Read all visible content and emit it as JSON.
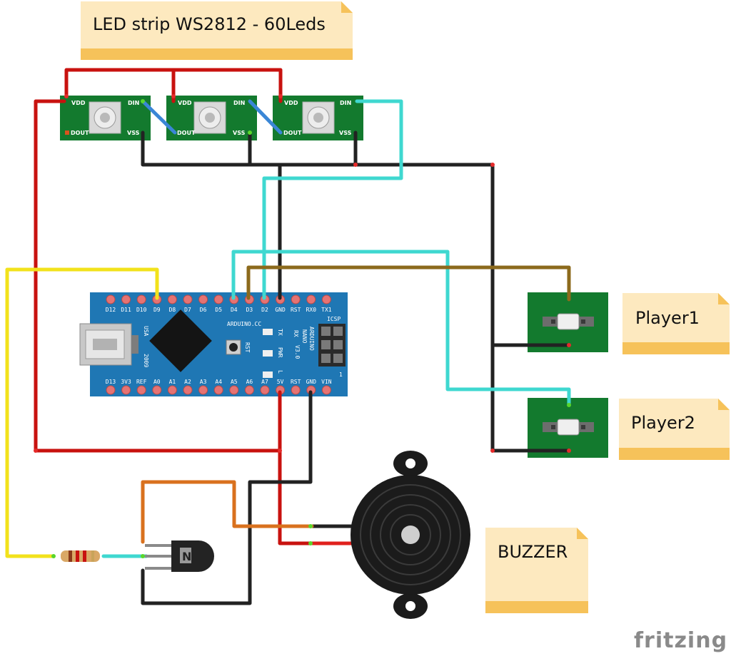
{
  "notes": {
    "led_strip": "LED strip WS2812 - 60Leds",
    "player1": "Player1",
    "player2": "Player2",
    "buzzer": "BUZZER"
  },
  "led_module": {
    "vdd": "VDD",
    "din": "DIN",
    "dout": "DOUT",
    "vss": "VSS"
  },
  "arduino": {
    "top_pins": [
      "D12",
      "D11",
      "D10",
      "D9",
      "D8",
      "D7",
      "D6",
      "D5",
      "D4",
      "D3",
      "D2",
      "GND",
      "RST",
      "RX0",
      "TX1"
    ],
    "bottom_pins": [
      "D13",
      "3V3",
      "REF",
      "A0",
      "A1",
      "A2",
      "A3",
      "A4",
      "A5",
      "A6",
      "A7",
      "5V",
      "RST",
      "GND",
      "VIN"
    ],
    "usa": "USA",
    "year": "2009",
    "brand": "ARDUINO.CC",
    "model_lines": [
      "ARDUINO",
      "NANO",
      "V3.0"
    ],
    "icsp": "ICSP",
    "rst_button": "RST",
    "tx": "TX",
    "rx": "RX",
    "pwr": "PWR",
    "l": "L",
    "one": "1"
  },
  "brand": "fritzing",
  "colors": {
    "wire_red": "#c8120f",
    "wire_black": "#222222",
    "wire_cyan": "#3fd8d0",
    "wire_yellow": "#f2e21b",
    "wire_brown": "#8c6a1c",
    "wire_orange": "#d9711e",
    "wire_blue": "#3a86d6",
    "board_blue": "#1f77b4",
    "pcb_green": "#137a2e",
    "note_fill": "#fde9bf",
    "note_band": "#f6c25a"
  }
}
